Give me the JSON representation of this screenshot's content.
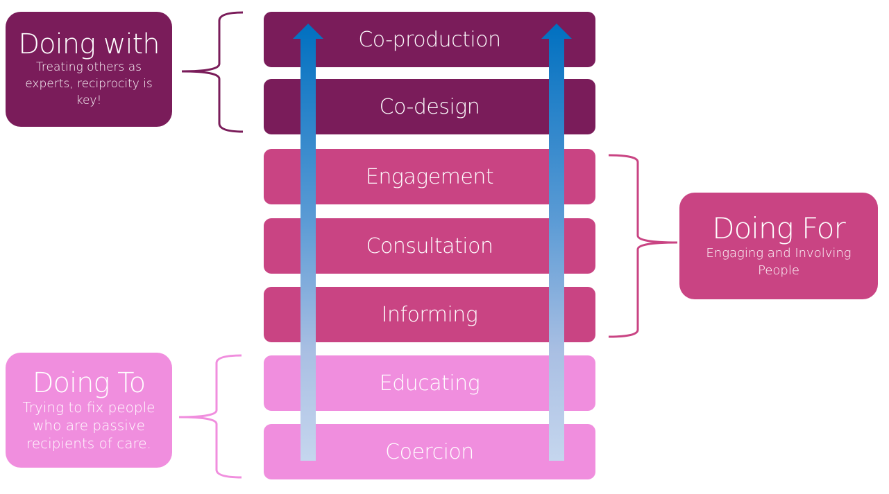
{
  "ladder": {
    "rungs": [
      {
        "label": "Co-production",
        "group": "doing_with"
      },
      {
        "label": "Co-design",
        "group": "doing_with"
      },
      {
        "label": "Engagement",
        "group": "doing_for"
      },
      {
        "label": "Consultation",
        "group": "doing_for"
      },
      {
        "label": "Informing",
        "group": "doing_for"
      },
      {
        "label": "Educating",
        "group": "doing_to"
      },
      {
        "label": "Coercion",
        "group": "doing_to"
      }
    ]
  },
  "groups": {
    "doing_with": {
      "title": "Doing with",
      "description": "Treating others as experts, reciprocity is key!",
      "color": "#7a1c5a"
    },
    "doing_for": {
      "title": "Doing For",
      "description": "Engaging and Involving People",
      "color": "#c94483"
    },
    "doing_to": {
      "title": "Doing To",
      "description": "Trying to fix people who are passive recipients of care.",
      "color": "#f08ede"
    }
  },
  "arrows": {
    "direction": "up",
    "color_top": "#0070c0",
    "color_bottom": "#c5d6ee"
  }
}
